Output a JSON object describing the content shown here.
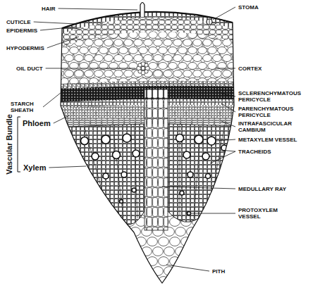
{
  "diagram": {
    "labels": [
      "HAIR",
      "CUTICLE",
      "EPIDERMIS",
      "HYPODERMIS",
      "OIL DUCT",
      "STARCH SHEATH",
      "Phloem",
      "Vascular Bundle",
      "Xylem",
      "STOMA",
      "CORTEX",
      "SCLERENCHYMATOUS PERICYCLE",
      "PARENCHYMATOUS PERICYCLE",
      "INTRAFASCICULAR CAMBIUM",
      "METAXYLEM VESSEL",
      "TRACHEIDS",
      "MEDULLARY RAY",
      "PROTOXYLEM VESSEL",
      "PITH"
    ]
  }
}
